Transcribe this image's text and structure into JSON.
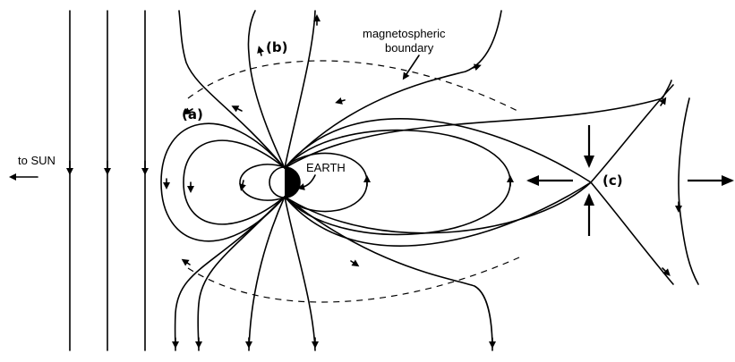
{
  "labels": {
    "magnetospheric": "magnetospheric",
    "boundary": "boundary",
    "earth": "EARTH",
    "sun": "to SUN",
    "a": "(a)",
    "b": "(b)",
    "c": "(c)"
  }
}
